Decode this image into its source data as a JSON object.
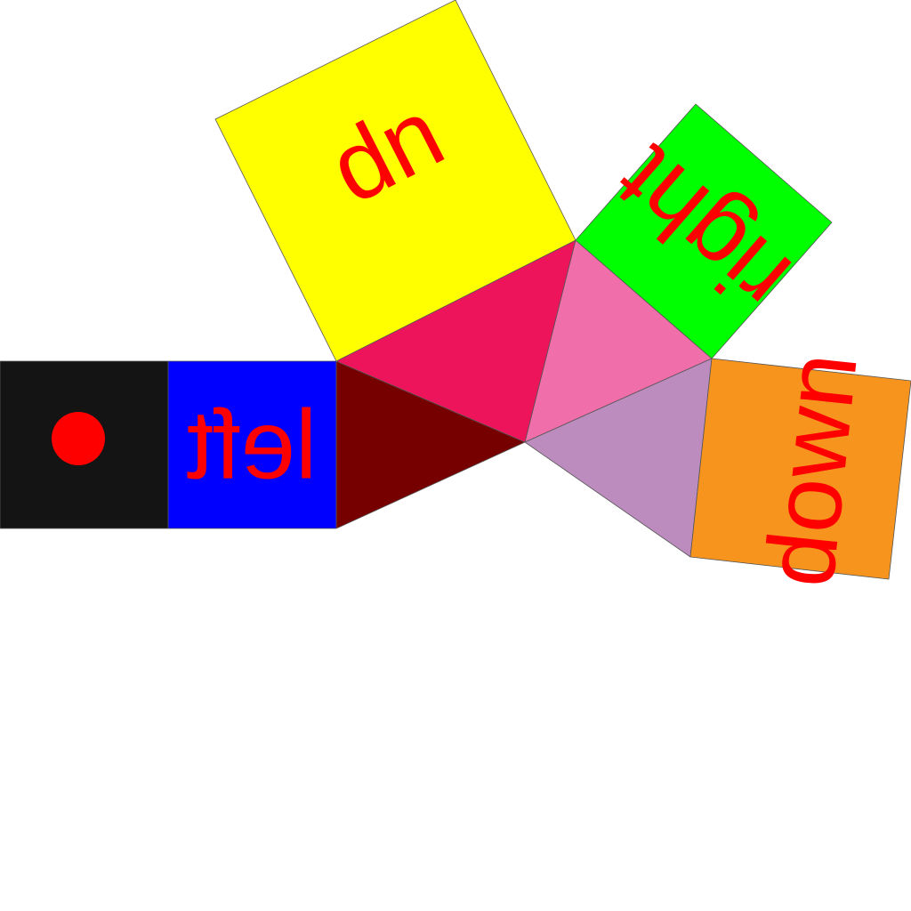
{
  "net": {
    "labels": {
      "left": "left",
      "up": "up",
      "right": "right",
      "down": "down"
    },
    "colors": {
      "background": "#ffffff",
      "black_square": "#141414",
      "dot": "#ff0000",
      "left_square": "#0000ff",
      "up_square": "#ffff00",
      "right_square": "#00ff00",
      "down_square": "#f7941d",
      "label_text": "#ff0000",
      "triangle_dark_red": "#760000",
      "triangle_crimson": "#ed145b",
      "triangle_pink": "#f06eaa",
      "triangle_lilac": "#bd8cbf",
      "edge": "#555555"
    }
  }
}
